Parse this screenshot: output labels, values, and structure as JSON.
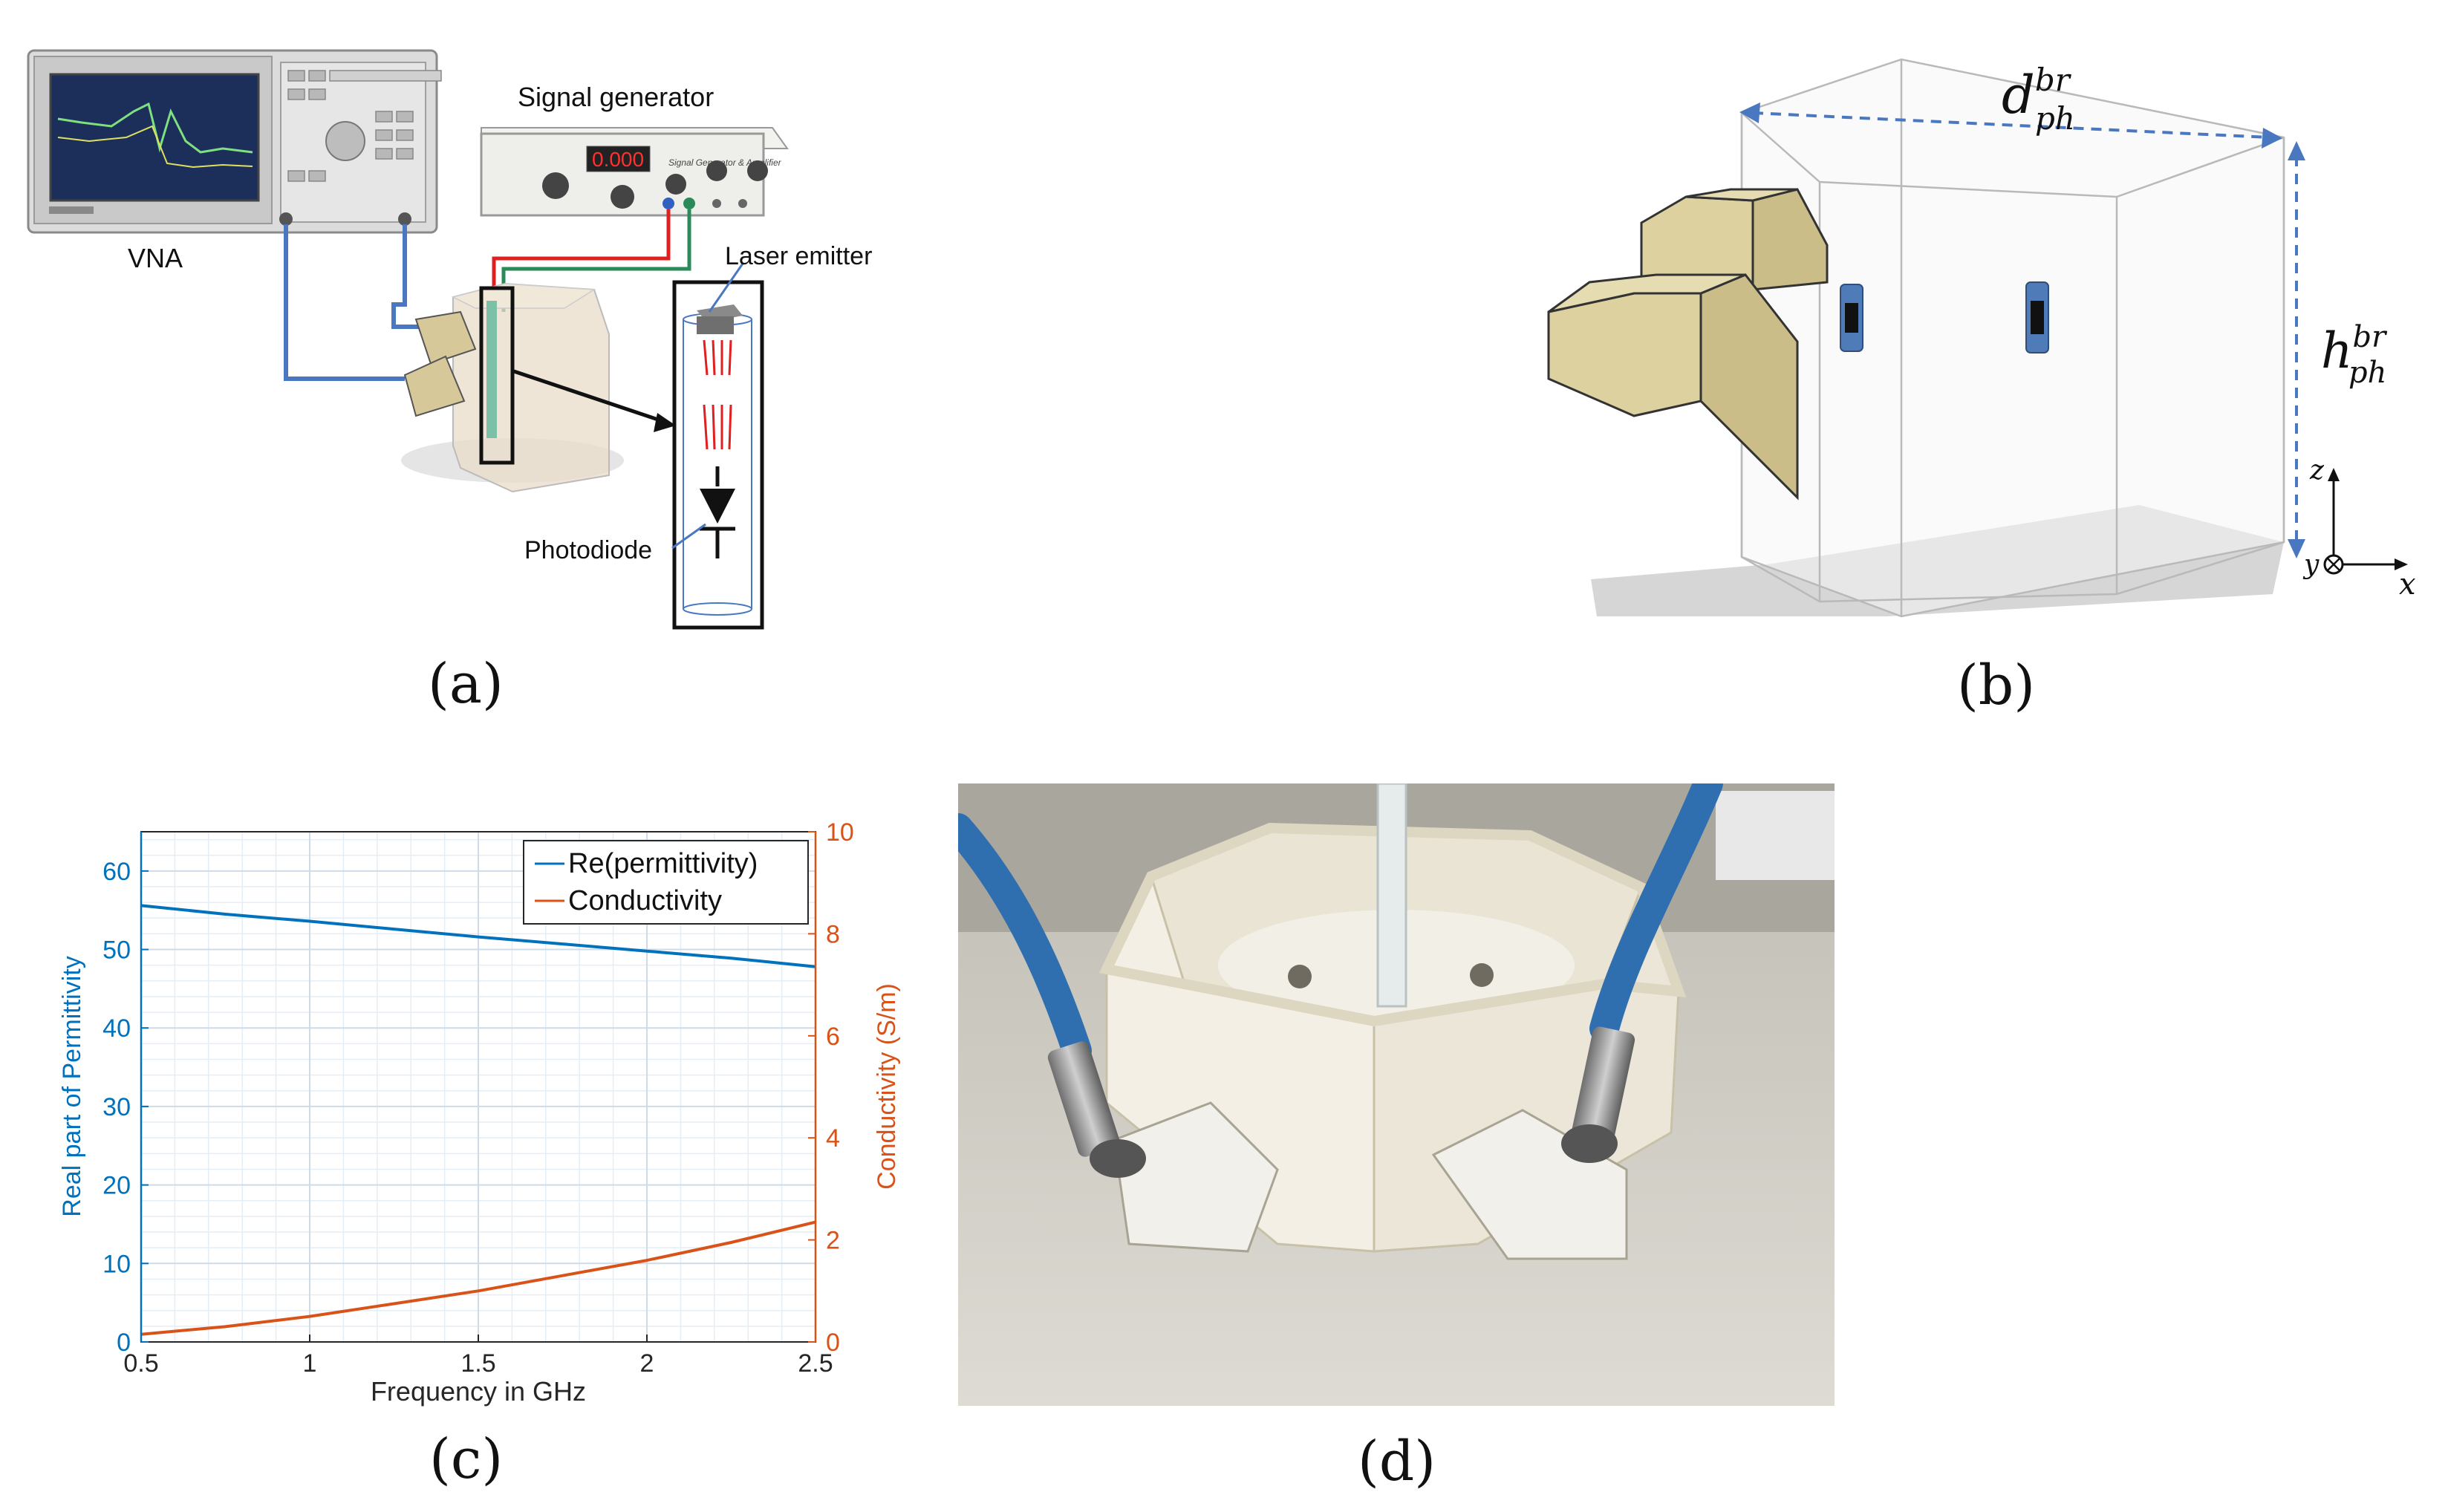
{
  "panels": {
    "a": {
      "caption": "(a)",
      "labels": {
        "vna": "VNA",
        "signal_generator": "Signal generator",
        "laser_emitter": "Laser emitter",
        "photodiode": "Photodiode",
        "sg_display": "0.000",
        "sg_panel_title": "Signal Generator & Amplifier"
      }
    },
    "b": {
      "caption": "(b)",
      "labels": {
        "d_base": "d",
        "d_sup": "br",
        "d_sub": "ph",
        "h_base": "h",
        "h_sup": "br",
        "h_sub": "ph",
        "axis_z": "z",
        "axis_y": "y",
        "axis_x": "x"
      }
    },
    "c": {
      "caption": "(c)"
    },
    "d": {
      "caption": "(d)"
    }
  },
  "chart_data": {
    "type": "line",
    "xlabel": "Frequency in GHz",
    "ylabel_left": "Real part of Permittivity",
    "ylabel_right": "Conductivity (S/m)",
    "xlim": [
      0.5,
      2.5
    ],
    "ylim_left": [
      0,
      65
    ],
    "ylim_right": [
      0,
      10
    ],
    "x_ticks": [
      "0.5",
      "1",
      "1.5",
      "2",
      "2.5"
    ],
    "y_ticks_left": [
      "0",
      "10",
      "20",
      "30",
      "40",
      "50",
      "60"
    ],
    "y_ticks_right": [
      "0",
      "2",
      "4",
      "6",
      "8",
      "10"
    ],
    "grid": true,
    "legend_position": "top-right",
    "colors": {
      "permittivity": "#0072BD",
      "conductivity": "#D95319"
    },
    "series": [
      {
        "name": "Re(permittivity)",
        "axis": "left",
        "x": [
          0.5,
          0.75,
          1.0,
          1.25,
          1.5,
          1.75,
          2.0,
          2.25,
          2.5
        ],
        "values": [
          55.6,
          54.5,
          53.6,
          52.6,
          51.6,
          50.7,
          49.8,
          48.9,
          47.8
        ]
      },
      {
        "name": "Conductivity",
        "axis": "right",
        "x": [
          0.5,
          0.75,
          1.0,
          1.25,
          1.5,
          1.75,
          2.0,
          2.25,
          2.5
        ],
        "values": [
          0.15,
          0.3,
          0.5,
          0.75,
          1.0,
          1.3,
          1.6,
          1.95,
          2.35
        ]
      }
    ]
  }
}
